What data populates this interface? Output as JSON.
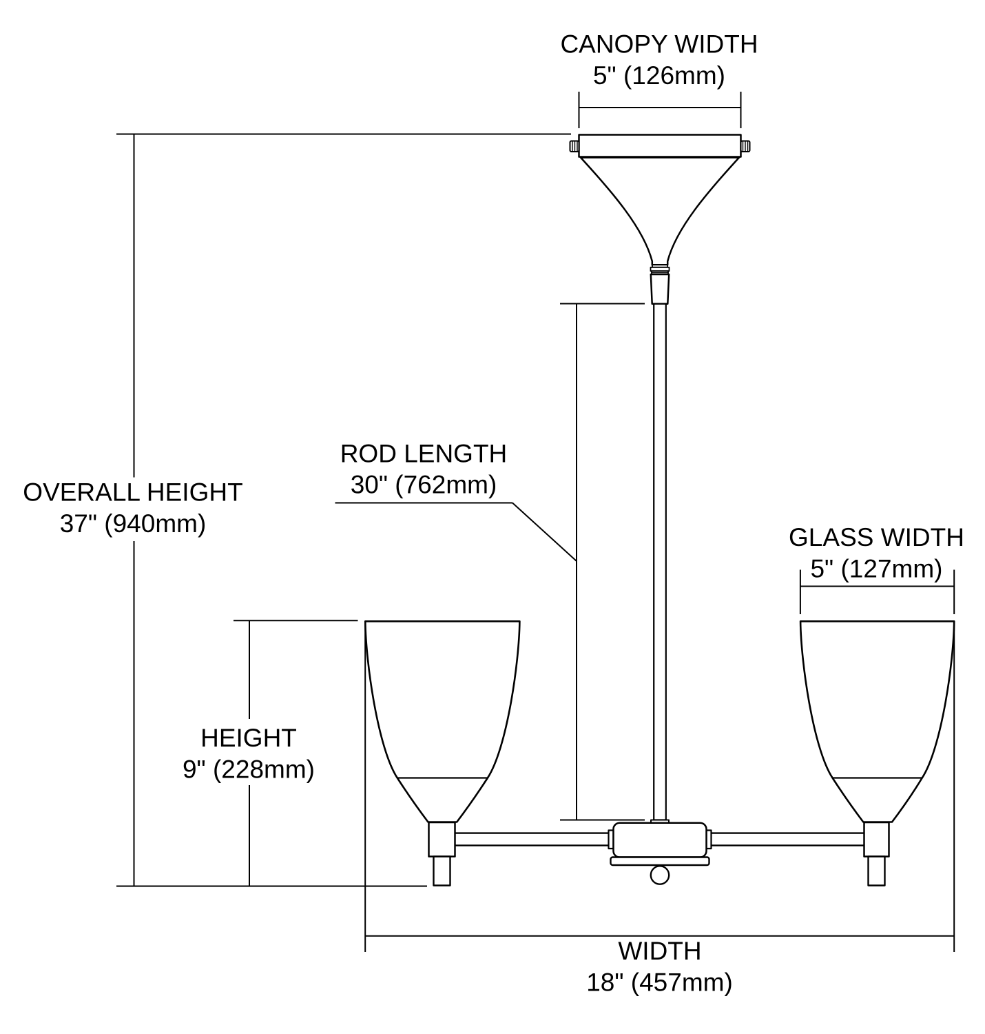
{
  "diagram": {
    "background": "#ffffff",
    "line_color": "#000000",
    "dimensions": {
      "canopy_width": {
        "label": "CANOPY WIDTH",
        "value": "5\" (126mm)"
      },
      "overall_height": {
        "label": "OVERALL HEIGHT",
        "value": "37\" (940mm)"
      },
      "rod_length": {
        "label": "ROD LENGTH",
        "value": "30\" (762mm)"
      },
      "glass_width": {
        "label": "GLASS WIDTH",
        "value": "5\" (127mm)"
      },
      "height": {
        "label": "HEIGHT",
        "value": "9\" (228mm)"
      },
      "width": {
        "label": "WIDTH",
        "value": "18\" (457mm)"
      }
    }
  }
}
